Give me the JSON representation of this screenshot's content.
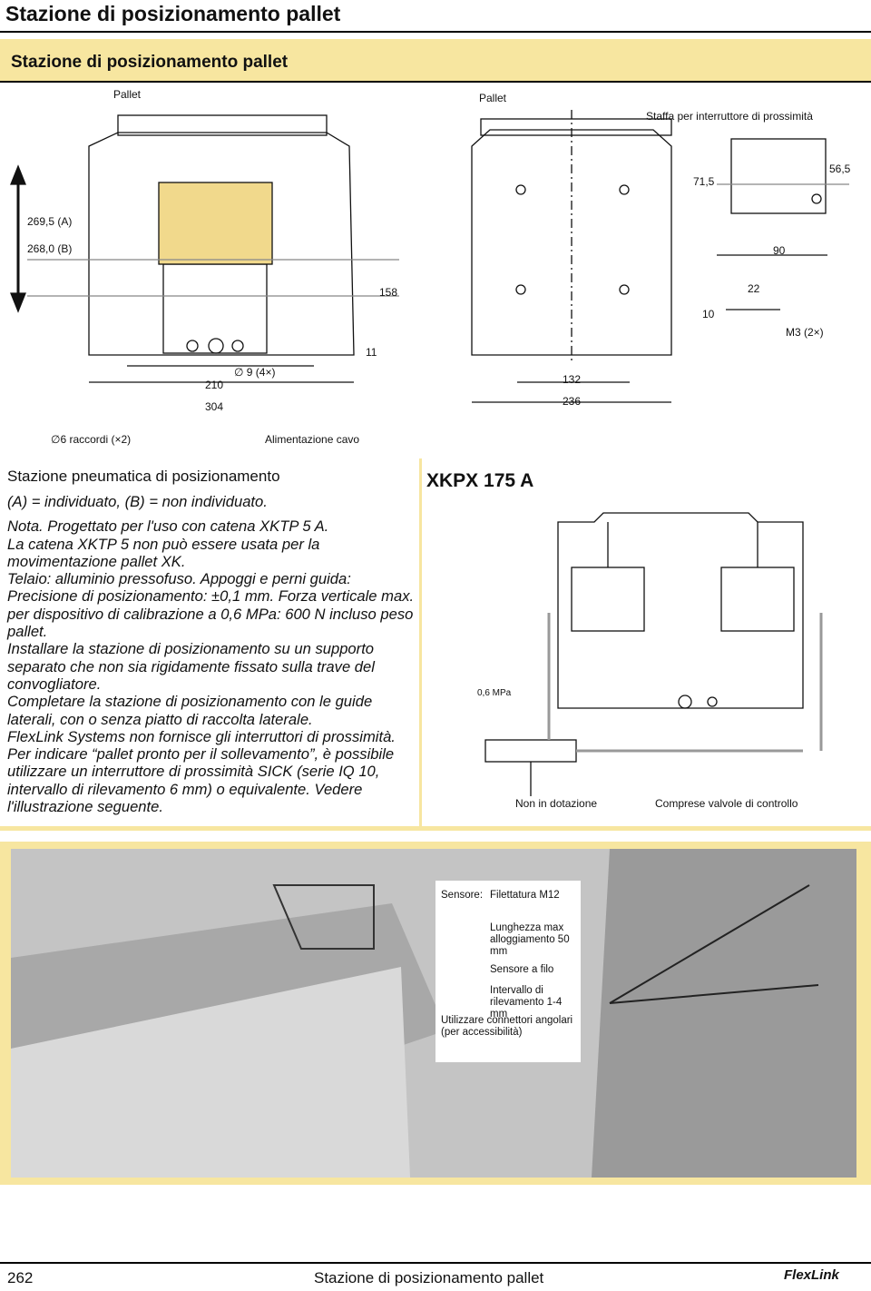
{
  "header": {
    "title": "Stazione di posizionamento pallet"
  },
  "panel": {
    "title": "Stazione di posizionamento pallet"
  },
  "drawing": {
    "pallet_left": "Pallet",
    "pallet_right": "Pallet",
    "bracket": "Staffa per interruttore di prossimità",
    "dim_a": "269,5 (A)",
    "dim_b": "268,0 (B)",
    "dim_158": "158",
    "dim_11": "11",
    "dim_210": "210",
    "dim_holes": "∅ 9 (4×)",
    "dim_304": "304",
    "dim_132": "132",
    "dim_236": "236",
    "dim_715": "71,5",
    "dim_565": "56,5",
    "dim_90": "90",
    "dim_22": "22",
    "dim_10": "10",
    "dim_m3": "M3 (2×)",
    "fittings": "∅6 raccordi (×2)",
    "cable": "Alimentazione cavo"
  },
  "notes": {
    "heading": "Stazione pneumatica di posizionamento",
    "legend": "(A) = individuato, (B) = non individuato.",
    "nota": "Nota. Progettato per l'uso con catena XKTP 5 A.",
    "chain": "La catena XKTP 5 non può essere usata per la movimentazione pallet XK.",
    "frame": "Telaio: alluminio pressofuso. Appoggi e perni guida:",
    "precision": "Precisione di posizionamento: ±0,1 mm. Forza verticale max. per dispositivo di calibrazione a 0,6 MPa: 600 N incluso peso pallet.",
    "install": "Installare la stazione di posizionamento su un supporto separato che non sia rigidamente fissato sulla trave del convogliatore.",
    "complete": "Completare la stazione di posizionamento con le guide laterali, con o senza piatto di raccolta laterale.",
    "flexlink": "FlexLink Systems non fornisce gli interruttori di prossimità. Per indicare “pallet pronto per il sollevamento”, è possibile utilizzare un interruttore di prossimità SICK (serie IQ 10, intervallo di rilevamento 6 mm) o equivalente. Vedere l'illustrazione seguente."
  },
  "model": {
    "code": "XKPX 175 A",
    "pressure": "0,6 MPa",
    "not_included": "Non in dotazione",
    "valves_included": "Comprese valvole di controllo"
  },
  "sensor": {
    "label": "Sensore:",
    "thread": "Filettatura M12",
    "housing": "Lunghezza max alloggiamento 50 mm",
    "wire": "Sensore a filo",
    "range": "Intervallo di rilevamento 1-4 mm",
    "connectors": "Utilizzare connettori angolari (per accessibilità)"
  },
  "footer": {
    "page": "262",
    "title": "Stazione di posizionamento pallet",
    "brand": "FlexLink"
  }
}
